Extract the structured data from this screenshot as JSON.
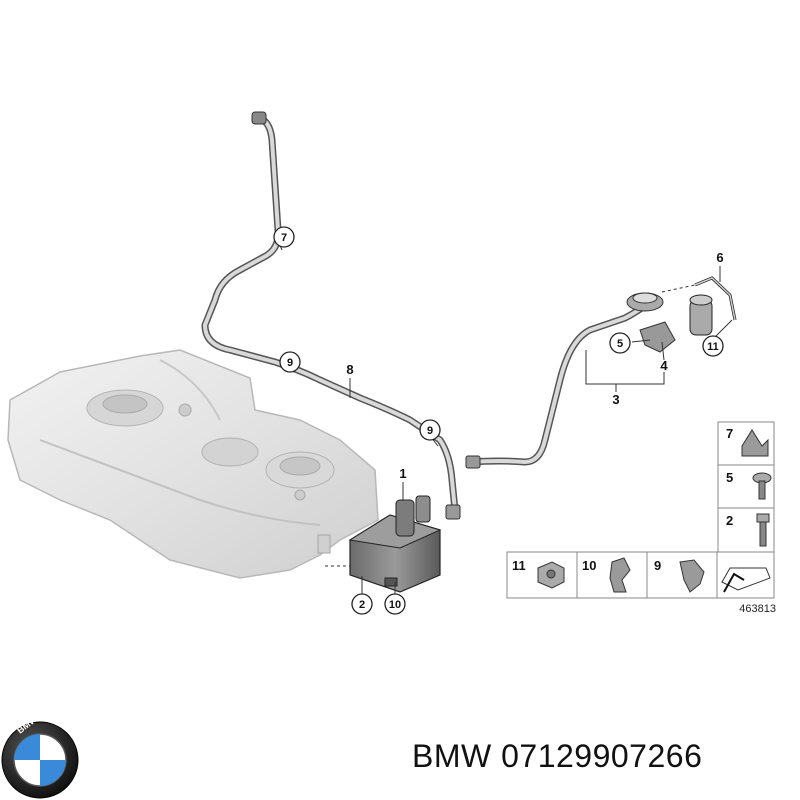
{
  "callouts": {
    "c7": "7",
    "c9a": "9",
    "c9b": "9",
    "c5": "5",
    "c11": "11",
    "c2": "2",
    "c10": "10"
  },
  "labels": {
    "l8": "8",
    "l6": "6",
    "l4": "4",
    "l3": "3",
    "l1": "1"
  },
  "legend": {
    "right": [
      "7",
      "5",
      "2"
    ],
    "bottom": [
      "11",
      "10",
      "9"
    ]
  },
  "reference_number": "463813",
  "brand": {
    "logo_letters": "BMW",
    "blue": "#3b8ad9",
    "ring": "#1a1a1a"
  },
  "caption": "BMW 07129907266"
}
